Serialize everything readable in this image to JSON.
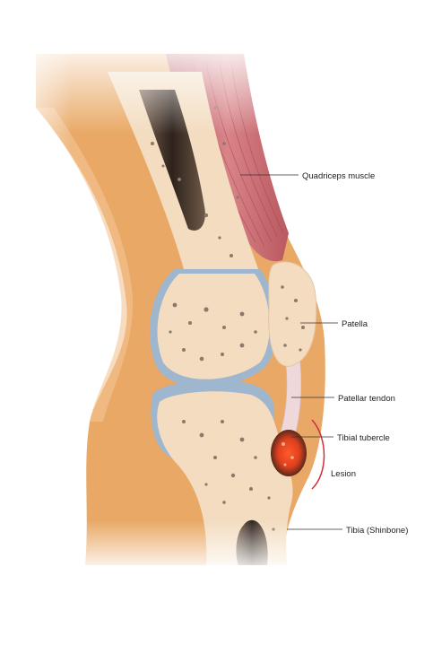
{
  "labels": {
    "quadriceps": "Quadriceps muscle",
    "patella": "Patella",
    "patellar_tendon": "Patellar tendon",
    "tibial_tubercle": "Tibial tubercle",
    "lesion": "Lesion",
    "tibia": "Tibia (Shinbone)"
  },
  "colors": {
    "skin": "#e9a865",
    "skin_light": "#f3c595",
    "bone": "#f3dcc0",
    "cartilage": "#9fb6cf",
    "marrow": "#4a3a30",
    "pores": "#8b7a6c",
    "muscle": "#c8696f",
    "tendon": "#eed8da",
    "lesion": "#e5462a",
    "bracket": "#d02e3c",
    "leader": "#333333"
  },
  "icons": [
    "knee-anatomy-illustration"
  ]
}
